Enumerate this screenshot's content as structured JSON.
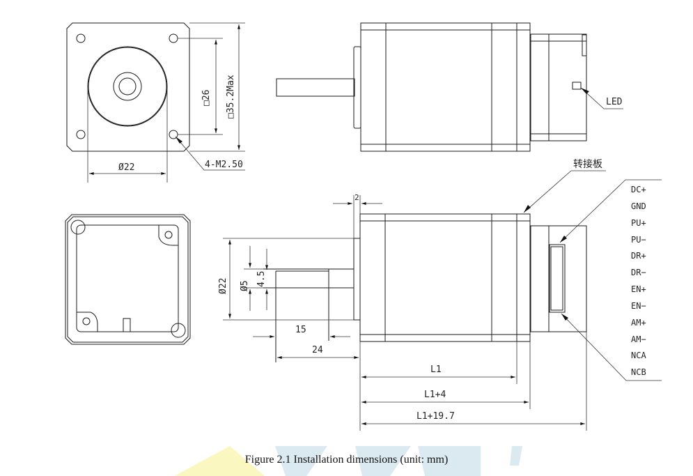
{
  "figure": {
    "caption": "Figure 2.1 Installation dimensions (unit: mm)"
  },
  "front_view": {
    "bolt_square": "□26",
    "flange_square": "□35.2Max",
    "boss_diameter": "Ø22",
    "mount_holes": "4-M2.50"
  },
  "side_view_top": {
    "led_label": "LED",
    "adapter_board_label": "转接板"
  },
  "side_view_bottom": {
    "flange_thickness": "2",
    "boss_diameter": "Ø22",
    "shaft_diameter": "Ø5",
    "shaft_flat": "4.5",
    "flat_length": "15",
    "shaft_length": "24",
    "length_l1": "L1",
    "length_l1_4": "L1+4",
    "length_l1_197": "L1+19.7"
  },
  "connector_pins": [
    "DC+",
    "GND",
    "PU+",
    "PU−",
    "DR+",
    "DR−",
    "EN+",
    "EN−",
    "AM+",
    "AM−",
    "NCA",
    "NCB"
  ],
  "colors": {
    "line": "#1a1a1a",
    "watermark_yellow": "#fbf7c0",
    "watermark_blue": "#dbe9f1"
  }
}
